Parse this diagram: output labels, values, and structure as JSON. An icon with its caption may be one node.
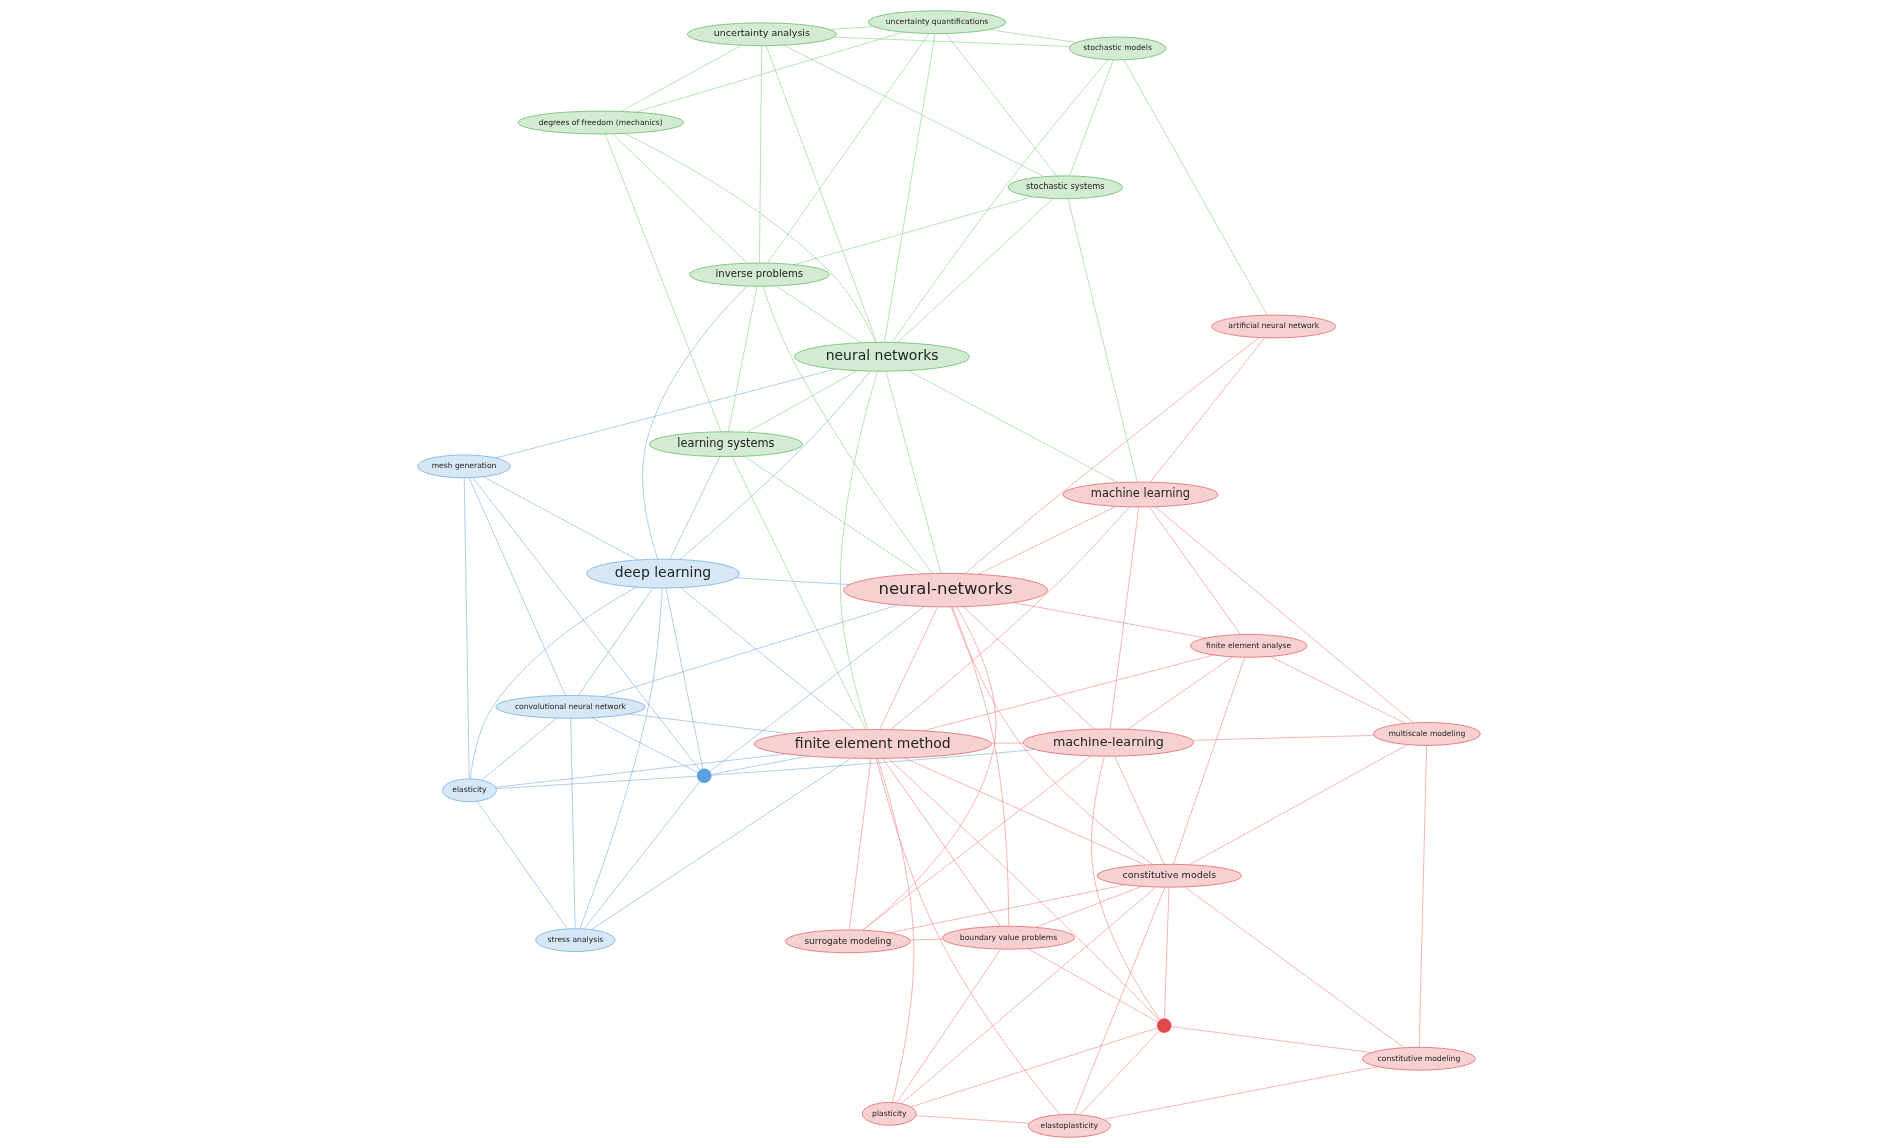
{
  "diagram": {
    "nodes": [
      {
        "text": [
          "elasticity"
        ]
      },
      {
        "text": [
          "stress analysis"
        ]
      },
      {
        "text": [
          "mesh generation"
        ]
      },
      {
        "text": [
          "convolutional neural network"
        ]
      },
      {
        "text": [
          "deep learning"
        ]
      },
      {
        "text": [],
        "shape": "circle"
      },
      {
        "text": [
          "surrogate modeling"
        ]
      },
      {
        "text": [
          "degrees of freedom (mechanics)"
        ]
      },
      {
        "text": [
          "plasticity"
        ]
      },
      {
        "text": [
          "boundary value problems"
        ]
      },
      {
        "text": [
          "learning systems"
        ]
      },
      {
        "text": [
          "finite element method"
        ]
      },
      {
        "text": [
          "inverse problems"
        ]
      },
      {
        "text": [
          "elastoplasticity"
        ]
      },
      {
        "text": [],
        "shape": "circle"
      },
      {
        "text": [
          "neural-networks"
        ]
      },
      {
        "text": [
          "machine-learning"
        ]
      },
      {
        "text": [
          "neural networks"
        ]
      },
      {
        "text": [
          "uncertainty quantifications"
        ]
      },
      {
        "text": [
          "constitutive models"
        ]
      },
      {
        "text": [
          "constitutive modeling"
        ]
      },
      {
        "text": [
          "uncertainty analysis"
        ]
      },
      {
        "text": [
          "stochastic systems"
        ]
      },
      {
        "text": [
          "machine learning"
        ]
      },
      {
        "text": [
          "stochastic models"
        ]
      },
      {
        "text": [
          "finite element analyse"
        ]
      },
      {
        "text": [
          "artificial neural network"
        ]
      },
      {
        "text": [
          "multiscale modeling"
        ]
      }
    ],
    "edges": [
      {
        "from": 0,
        "to": 2,
        "arrow": "none",
        "color": "#7fb2e5"
      },
      {
        "from": 0,
        "to": 3,
        "arrow": "none",
        "color": "#7fb2e5"
      },
      {
        "from": 0,
        "to": 4,
        "arrow": "none",
        "color": "#7fb2e5"
      },
      {
        "from": 0,
        "to": 5,
        "arrow": "none",
        "color": "#7fb2e5"
      },
      {
        "from": 0,
        "to": 1,
        "arrow": "none",
        "color": "#7fb2e5"
      },
      {
        "from": 1,
        "to": 3,
        "arrow": "none",
        "color": "#7fb2e5"
      },
      {
        "from": 1,
        "to": 4,
        "arrow": "none",
        "color": "#7fb2e5"
      },
      {
        "from": 1,
        "to": 5,
        "arrow": "none",
        "color": "#7fb2e5"
      },
      {
        "from": 2,
        "to": 3,
        "arrow": "none",
        "color": "#7fb2e5"
      },
      {
        "from": 2,
        "to": 4,
        "arrow": "none",
        "color": "#7fb2e5"
      },
      {
        "from": 2,
        "to": 5,
        "arrow": "none",
        "color": "#7fb2e5"
      },
      {
        "from": 3,
        "to": 4,
        "arrow": "none",
        "color": "#7fb2e5"
      },
      {
        "from": 3,
        "to": 5,
        "arrow": "none",
        "color": "#7fb2e5"
      },
      {
        "from": 4,
        "to": 5,
        "arrow": "none",
        "color": "#7fb2e5"
      },
      {
        "from": 4,
        "to": 10,
        "arrow": "none",
        "color": "#7fb2e5"
      },
      {
        "from": 4,
        "to": 17,
        "arrow": "none",
        "color": "#7fb2e5"
      },
      {
        "from": 4,
        "to": 15,
        "arrow": "none",
        "color": "#7fb2e5"
      },
      {
        "from": 4,
        "to": 11,
        "arrow": "none",
        "color": "#7fb2e5"
      },
      {
        "from": 4,
        "to": 12,
        "arrow": "none",
        "color": "#7fb2e5"
      },
      {
        "from": 5,
        "to": 11,
        "arrow": "none",
        "color": "#7fb2e5"
      },
      {
        "from": 5,
        "to": 15,
        "arrow": "none",
        "color": "#7fb2e5"
      },
      {
        "from": 5,
        "to": 16,
        "arrow": "none",
        "color": "#7fb2e5"
      },
      {
        "from": 3,
        "to": 11,
        "arrow": "none",
        "color": "#7fb2e5"
      },
      {
        "from": 3,
        "to": 15,
        "arrow": "none",
        "color": "#7fb2e5"
      },
      {
        "from": 2,
        "to": 17,
        "arrow": "none",
        "color": "#7fb2e5"
      },
      {
        "from": 0,
        "to": 11,
        "arrow": "none",
        "color": "#7fb2e5"
      },
      {
        "from": 1,
        "to": 11,
        "arrow": "none",
        "color": "#7fb2e5"
      },
      {
        "from": 7,
        "to": 10,
        "arrow": "none",
        "color": "#8fd18a"
      },
      {
        "from": 7,
        "to": 12,
        "arrow": "none",
        "color": "#8fd18a"
      },
      {
        "from": 7,
        "to": 17,
        "arrow": "none",
        "color": "#8fd18a"
      },
      {
        "from": 7,
        "to": 21,
        "arrow": "none",
        "color": "#8fd18a"
      },
      {
        "from": 7,
        "to": 18,
        "arrow": "none",
        "color": "#8fd18a"
      },
      {
        "from": 10,
        "to": 12,
        "arrow": "none",
        "color": "#8fd18a"
      },
      {
        "from": 10,
        "to": 17,
        "arrow": "none",
        "color": "#8fd18a"
      },
      {
        "from": 10,
        "to": 15,
        "arrow": "none",
        "color": "#8fd18a"
      },
      {
        "from": 10,
        "to": 11,
        "arrow": "none",
        "color": "#8fd18a"
      },
      {
        "from": 12,
        "to": 17,
        "arrow": "none",
        "color": "#8fd18a"
      },
      {
        "from": 12,
        "to": 21,
        "arrow": "none",
        "color": "#8fd18a"
      },
      {
        "from": 12,
        "to": 22,
        "arrow": "none",
        "color": "#8fd18a"
      },
      {
        "from": 12,
        "to": 18,
        "arrow": "none",
        "color": "#8fd18a"
      },
      {
        "from": 17,
        "to": 21,
        "arrow": "none",
        "color": "#8fd18a"
      },
      {
        "from": 17,
        "to": 22,
        "arrow": "none",
        "color": "#8fd18a"
      },
      {
        "from": 17,
        "to": 24,
        "arrow": "none",
        "color": "#8fd18a"
      },
      {
        "from": 17,
        "to": 18,
        "arrow": "none",
        "color": "#8fd18a"
      },
      {
        "from": 21,
        "to": 22,
        "arrow": "none",
        "color": "#8fd18a"
      },
      {
        "from": 21,
        "to": 24,
        "arrow": "none",
        "color": "#8fd18a"
      },
      {
        "from": 21,
        "to": 18,
        "arrow": "none",
        "color": "#8fd18a"
      },
      {
        "from": 22,
        "to": 24,
        "arrow": "none",
        "color": "#8fd18a"
      },
      {
        "from": 18,
        "to": 24,
        "arrow": "none",
        "color": "#8fd18a"
      },
      {
        "from": 17,
        "to": 15,
        "arrow": "none",
        "color": "#8fd18a"
      },
      {
        "from": 17,
        "to": 11,
        "arrow": "none",
        "color": "#8fd18a"
      },
      {
        "from": 12,
        "to": 15,
        "arrow": "none",
        "color": "#8fd18a"
      },
      {
        "from": 22,
        "to": 23,
        "arrow": "none",
        "color": "#8fd18a"
      },
      {
        "from": 17,
        "to": 23,
        "arrow": "none",
        "color": "#8fd18a"
      },
      {
        "from": 24,
        "to": 26,
        "arrow": "none",
        "color": "#8fd18a"
      },
      {
        "from": 18,
        "to": 22,
        "arrow": "none",
        "color": "#8fd18a"
      },
      {
        "from": 6,
        "to": 11,
        "arrow": "none"
      },
      {
        "from": 6,
        "to": 15,
        "arrow": "none"
      },
      {
        "from": 6,
        "to": 16,
        "arrow": "none"
      },
      {
        "from": 6,
        "to": 9,
        "arrow": "none"
      },
      {
        "from": 6,
        "to": 19,
        "arrow": "none"
      },
      {
        "from": 8,
        "to": 9,
        "arrow": "none"
      },
      {
        "from": 8,
        "to": 13,
        "arrow": "none"
      },
      {
        "from": 8,
        "to": 14,
        "arrow": "none"
      },
      {
        "from": 8,
        "to": 19,
        "arrow": "none"
      },
      {
        "from": 8,
        "to": 11,
        "arrow": "none"
      },
      {
        "from": 9,
        "to": 11,
        "arrow": "none"
      },
      {
        "from": 9,
        "to": 15,
        "arrow": "none"
      },
      {
        "from": 9,
        "to": 14,
        "arrow": "none"
      },
      {
        "from": 9,
        "to": 19,
        "arrow": "none"
      },
      {
        "from": 11,
        "to": 15,
        "arrow": "none"
      },
      {
        "from": 11,
        "to": 16,
        "arrow": "none"
      },
      {
        "from": 11,
        "to": 19,
        "arrow": "none"
      },
      {
        "from": 11,
        "to": 23,
        "arrow": "none"
      },
      {
        "from": 11,
        "to": 13,
        "arrow": "none"
      },
      {
        "from": 11,
        "to": 14,
        "arrow": "none"
      },
      {
        "from": 11,
        "to": 25,
        "arrow": "none"
      },
      {
        "from": 13,
        "to": 14,
        "arrow": "none"
      },
      {
        "from": 13,
        "to": 19,
        "arrow": "none"
      },
      {
        "from": 13,
        "to": 20,
        "arrow": "none"
      },
      {
        "from": 14,
        "to": 19,
        "arrow": "none"
      },
      {
        "from": 14,
        "to": 16,
        "arrow": "none"
      },
      {
        "from": 14,
        "to": 20,
        "arrow": "none"
      },
      {
        "from": 15,
        "to": 16,
        "arrow": "none"
      },
      {
        "from": 15,
        "to": 19,
        "arrow": "none"
      },
      {
        "from": 15,
        "to": 23,
        "arrow": "none"
      },
      {
        "from": 15,
        "to": 26,
        "arrow": "none"
      },
      {
        "from": 15,
        "to": 25,
        "arrow": "none"
      },
      {
        "from": 16,
        "to": 19,
        "arrow": "none"
      },
      {
        "from": 16,
        "to": 23,
        "arrow": "none"
      },
      {
        "from": 16,
        "to": 25,
        "arrow": "none"
      },
      {
        "from": 16,
        "to": 27,
        "arrow": "none"
      },
      {
        "from": 19,
        "to": 20,
        "arrow": "none"
      },
      {
        "from": 19,
        "to": 25,
        "arrow": "none"
      },
      {
        "from": 19,
        "to": 27,
        "arrow": "none"
      },
      {
        "from": 20,
        "to": 27,
        "arrow": "none"
      },
      {
        "from": 23,
        "to": 25,
        "arrow": "none"
      },
      {
        "from": 23,
        "to": 26,
        "arrow": "none"
      },
      {
        "from": 23,
        "to": 27,
        "arrow": "none"
      },
      {
        "from": 25,
        "to": 27,
        "arrow": "none"
      }
    ]
  }
}
